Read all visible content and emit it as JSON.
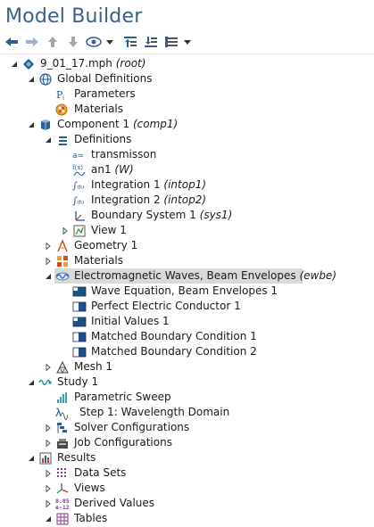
{
  "panel": {
    "title": "Model Builder"
  },
  "toolbar": {
    "buttons": [
      "back-icon",
      "forward-icon",
      "move-up-icon",
      "move-down-icon",
      "show-icon",
      "collapse-all-icon",
      "expand-all-icon",
      "view-options-icon"
    ]
  },
  "tree": [
    {
      "id": "root",
      "label": "9_01_17.mph",
      "tag": "(root)",
      "icon": "model-icon"
    },
    {
      "id": "global-definitions",
      "label": "Global Definitions",
      "tag": "",
      "icon": "globe-icon"
    },
    {
      "id": "parameters",
      "label": "Parameters",
      "tag": "",
      "icon": "parameters-icon"
    },
    {
      "id": "materials-global",
      "label": "Materials",
      "tag": "",
      "icon": "materials-icon"
    },
    {
      "id": "component-1",
      "label": "Component 1",
      "tag": "(comp1)",
      "icon": "component-icon"
    },
    {
      "id": "definitions",
      "label": "Definitions",
      "tag": "",
      "icon": "definitions-icon"
    },
    {
      "id": "transmisson",
      "label": "transmisson",
      "tag": "",
      "icon": "variable-icon"
    },
    {
      "id": "an1",
      "label": "an1",
      "tag": "(W)",
      "icon": "function-icon"
    },
    {
      "id": "integration-1",
      "label": "Integration 1",
      "tag": "(intop1)",
      "icon": "integration-icon"
    },
    {
      "id": "integration-2",
      "label": "Integration 2",
      "tag": "(intop2)",
      "icon": "integration-icon"
    },
    {
      "id": "boundary-system-1",
      "label": "Boundary System 1",
      "tag": "(sys1)",
      "icon": "coordinate-system-icon"
    },
    {
      "id": "view-1",
      "label": "View 1",
      "tag": "",
      "icon": "view-icon"
    },
    {
      "id": "geometry-1",
      "label": "Geometry 1",
      "tag": "",
      "icon": "geometry-icon"
    },
    {
      "id": "materials-comp",
      "label": "Materials",
      "tag": "",
      "icon": "materials-grid-icon"
    },
    {
      "id": "ewbe",
      "label": "Electromagnetic Waves, Beam Envelopes",
      "tag": "(ewbe)",
      "icon": "wave-physics-icon"
    },
    {
      "id": "wave-equation",
      "label": "Wave Equation, Beam Envelopes 1",
      "tag": "",
      "icon": "domain-feature-icon"
    },
    {
      "id": "pec-1",
      "label": "Perfect Electric Conductor 1",
      "tag": "",
      "icon": "boundary-feature-icon"
    },
    {
      "id": "initial-values-1",
      "label": "Initial Values 1",
      "tag": "",
      "icon": "domain-feature-icon"
    },
    {
      "id": "matched-bc-1",
      "label": "Matched Boundary Condition 1",
      "tag": "",
      "icon": "boundary-feature-icon"
    },
    {
      "id": "matched-bc-2",
      "label": "Matched Boundary Condition 2",
      "tag": "",
      "icon": "boundary-feature-icon"
    },
    {
      "id": "mesh-1",
      "label": "Mesh 1",
      "tag": "",
      "icon": "mesh-icon"
    },
    {
      "id": "study-1",
      "label": "Study 1",
      "tag": "",
      "icon": "study-icon"
    },
    {
      "id": "parametric-sweep",
      "label": "Parametric Sweep",
      "tag": "",
      "icon": "parametric-sweep-icon"
    },
    {
      "id": "step-1",
      "label": "Step 1: Wavelength Domain",
      "tag": "",
      "icon": "wavelength-domain-icon"
    },
    {
      "id": "solver-configurations",
      "label": "Solver Configurations",
      "tag": "",
      "icon": "solver-icon"
    },
    {
      "id": "job-configurations",
      "label": "Job Configurations",
      "tag": "",
      "icon": "job-icon"
    },
    {
      "id": "results",
      "label": "Results",
      "tag": "",
      "icon": "results-icon"
    },
    {
      "id": "data-sets",
      "label": "Data Sets",
      "tag": "",
      "icon": "data-sets-icon"
    },
    {
      "id": "views",
      "label": "Views",
      "tag": "",
      "icon": "views-icon"
    },
    {
      "id": "derived-values",
      "label": "Derived Values",
      "tag": "",
      "icon": "derived-values-icon"
    },
    {
      "id": "tables",
      "label": "Tables",
      "tag": "",
      "icon": "tables-icon"
    }
  ],
  "selected": "ewbe"
}
